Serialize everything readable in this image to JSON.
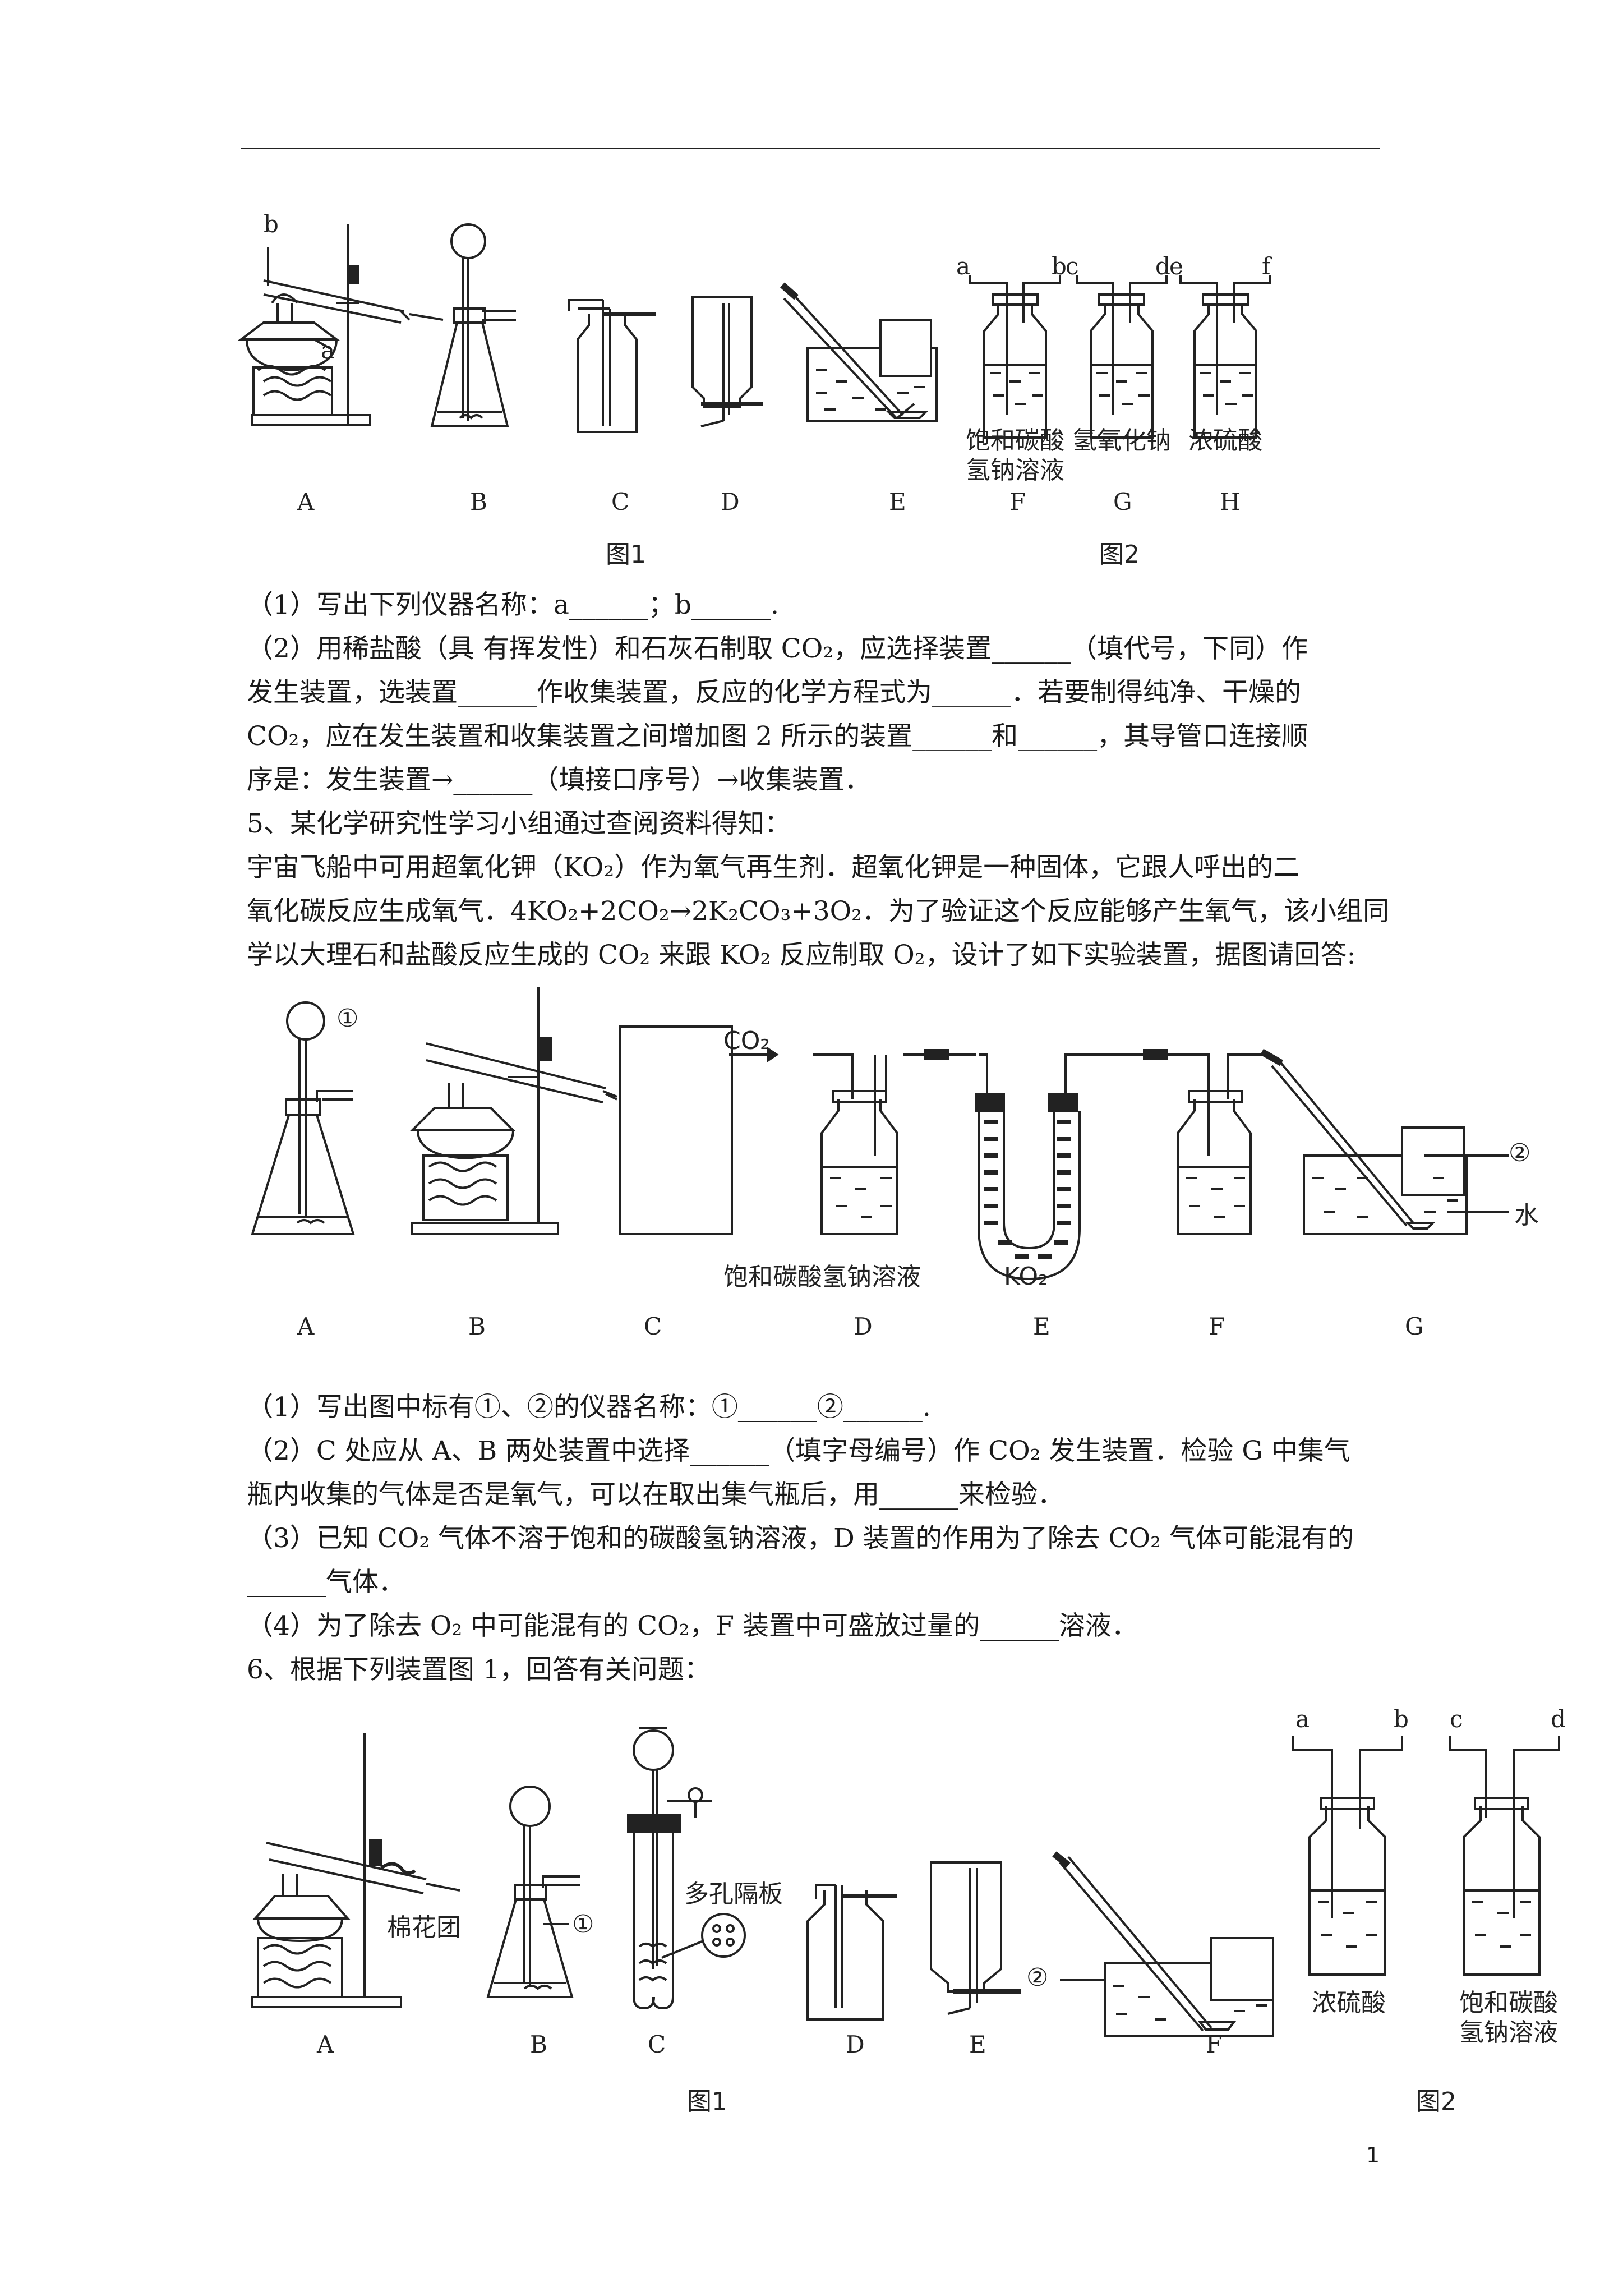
{
  "figure1": {
    "apparatus_labels": [
      "A",
      "B",
      "C",
      "D",
      "E",
      "F",
      "G",
      "H"
    ],
    "tube_letters": [
      "b",
      "a"
    ],
    "bottle_port_labels": [
      [
        "a",
        "b"
      ],
      [
        "c",
        "d"
      ],
      [
        "e",
        "f"
      ]
    ],
    "bottle_contents": [
      "饱和碳酸\n氢钠溶液",
      "氢氧化钠",
      "浓硫酸"
    ],
    "captions": [
      "图1",
      "图2"
    ]
  },
  "q4": {
    "lines": [
      "（1）写出下列仪器名称：a______；b______.",
      "（2）用稀盐酸（具 有挥发性）和石灰石制取 CO₂，应选择装置______（填代号，下同）作",
      "发生装置，选装置______作收集装置，反应的化学方程式为______．若要制得纯净、干燥的",
      "CO₂，应在发生装置和收集装置之间增加图 2 所示的装置______和______，其导管口连接顺",
      "序是：发生装置→______（填接口序号）→收集装置．",
      "5、某化学研究性学习小组通过查阅资料得知：",
      "宇宙飞船中可用超氧化钾（KO₂）作为氧气再生剂．超氧化钾是一种固体，它跟人呼出的二",
      "氧化碳反应生成氧气．4KO₂+2CO₂→2K₂CO₃+3O₂．为了验证这个反应能够产生氧气，该小组同",
      "学以大理石和盐酸反应生成的 CO₂ 来跟 KO₂ 反应制取 O₂，设计了如下实验装置，据图请回答:"
    ]
  },
  "figure2": {
    "apparatus_labels": [
      "A",
      "B",
      "C",
      "D",
      "E",
      "F",
      "G"
    ],
    "co2_arrow": "CO₂",
    "circled": [
      "①",
      "②"
    ],
    "water_label": "水",
    "d_content": "饱和碳酸氢钠溶液",
    "e_content": "KO₂"
  },
  "q5": {
    "lines": [
      "（1）写出图中标有①、②的仪器名称：①______②______.",
      "（2）C 处应从 A、B 两处装置中选择______（填字母编号）作 CO₂ 发生装置．检验 G 中集气",
      "瓶内收集的气体是否是氧气，可以在取出集气瓶后，用______来检验．",
      "（3）已知 CO₂ 气体不溶于饱和的碳酸氢钠溶液，D 装置的作用为了除去 CO₂ 气体可能混有的",
      "______气体．",
      "（4）为了除去 O₂ 中可能混有的 CO₂，F 装置中可盛放过量的______溶液．",
      "6、根据下列装置图 1，回答有关问题："
    ]
  },
  "figure3": {
    "apparatus_labels": [
      "A",
      "B",
      "C",
      "D",
      "E",
      "F"
    ],
    "cotton_label": "棉花团",
    "porous_label": "多孔隔板",
    "circled": [
      "①",
      "②"
    ],
    "bottle_port_labels": [
      [
        "a",
        "b"
      ],
      [
        "c",
        "d"
      ]
    ],
    "bottle_contents": [
      "浓硫酸",
      "饱和碳酸\n氢钠溶液"
    ],
    "captions": [
      "图1",
      "图2"
    ]
  },
  "page_number": "1"
}
